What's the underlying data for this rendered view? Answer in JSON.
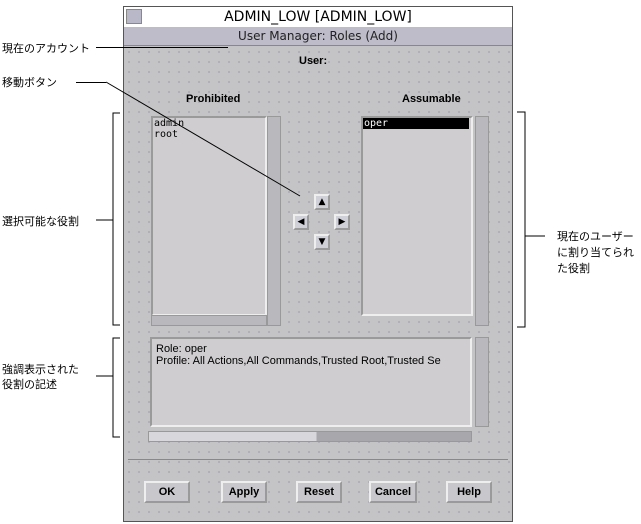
{
  "window": {
    "title": "ADMIN_LOW [ADMIN_LOW]",
    "subtitle": "User Manager: Roles (Add)",
    "user_label": "User:"
  },
  "prohibited": {
    "label": "Prohibited",
    "items": [
      "admin",
      "root"
    ]
  },
  "assumable": {
    "label": "Assumable",
    "items": [
      "oper"
    ]
  },
  "description": {
    "lines": [
      "Role: oper",
      "Profile: All Actions,All Commands,Trusted Root,Trusted Se"
    ]
  },
  "buttons": {
    "ok": "OK",
    "apply": "Apply",
    "reset": "Reset",
    "cancel": "Cancel",
    "help": "Help"
  },
  "annotations": {
    "current_account": "現在のアカウント",
    "move_buttons": "移動ボタン",
    "selectable_roles": "選択可能な役割",
    "assigned_roles": [
      "現在のユーザー",
      "に割り当てられ",
      "た役割"
    ],
    "highlighted_desc": [
      "強調表示された",
      "役割の記述"
    ]
  }
}
